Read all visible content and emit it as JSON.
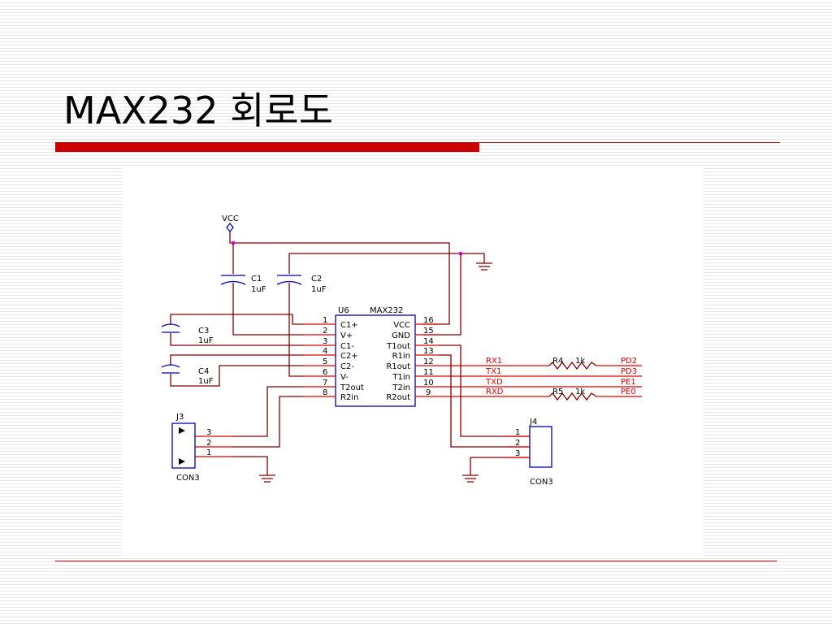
{
  "slide": {
    "title": "MAX232 회로도"
  },
  "schematic": {
    "power": {
      "vcc_label": "VCC"
    },
    "capacitors": [
      {
        "ref": "C1",
        "value": "1uF"
      },
      {
        "ref": "C2",
        "value": "1uF"
      },
      {
        "ref": "C3",
        "value": "1uF"
      },
      {
        "ref": "C4",
        "value": "1uF"
      }
    ],
    "ic": {
      "ref": "U6",
      "part": "MAX232",
      "left_pins": [
        {
          "num": "1",
          "name": "C1+"
        },
        {
          "num": "2",
          "name": "V+"
        },
        {
          "num": "3",
          "name": "C1-"
        },
        {
          "num": "4",
          "name": "C2+"
        },
        {
          "num": "5",
          "name": "C2-"
        },
        {
          "num": "6",
          "name": "V-"
        },
        {
          "num": "7",
          "name": "T2out"
        },
        {
          "num": "8",
          "name": "R2in"
        }
      ],
      "right_pins": [
        {
          "num": "16",
          "name": "VCC"
        },
        {
          "num": "15",
          "name": "GND"
        },
        {
          "num": "14",
          "name": "T1out"
        },
        {
          "num": "13",
          "name": "R1in"
        },
        {
          "num": "12",
          "name": "R1out"
        },
        {
          "num": "11",
          "name": "T1in"
        },
        {
          "num": "10",
          "name": "T2in"
        },
        {
          "num": "9",
          "name": "R2out"
        }
      ]
    },
    "nets": [
      {
        "name": "RX1",
        "port": "PD2"
      },
      {
        "name": "TX1",
        "port": "PD3"
      },
      {
        "name": "TXD",
        "port": "PE1"
      },
      {
        "name": "RXD",
        "port": "PE0"
      }
    ],
    "resistors": [
      {
        "ref": "R4",
        "value": "1k"
      },
      {
        "ref": "R5",
        "value": "1k"
      }
    ],
    "connectors": [
      {
        "ref": "J3",
        "type": "CON3",
        "pins": [
          "3",
          "2",
          "1"
        ]
      },
      {
        "ref": "J4",
        "type": "CON3",
        "pins": [
          "1",
          "2",
          "3"
        ]
      }
    ]
  }
}
